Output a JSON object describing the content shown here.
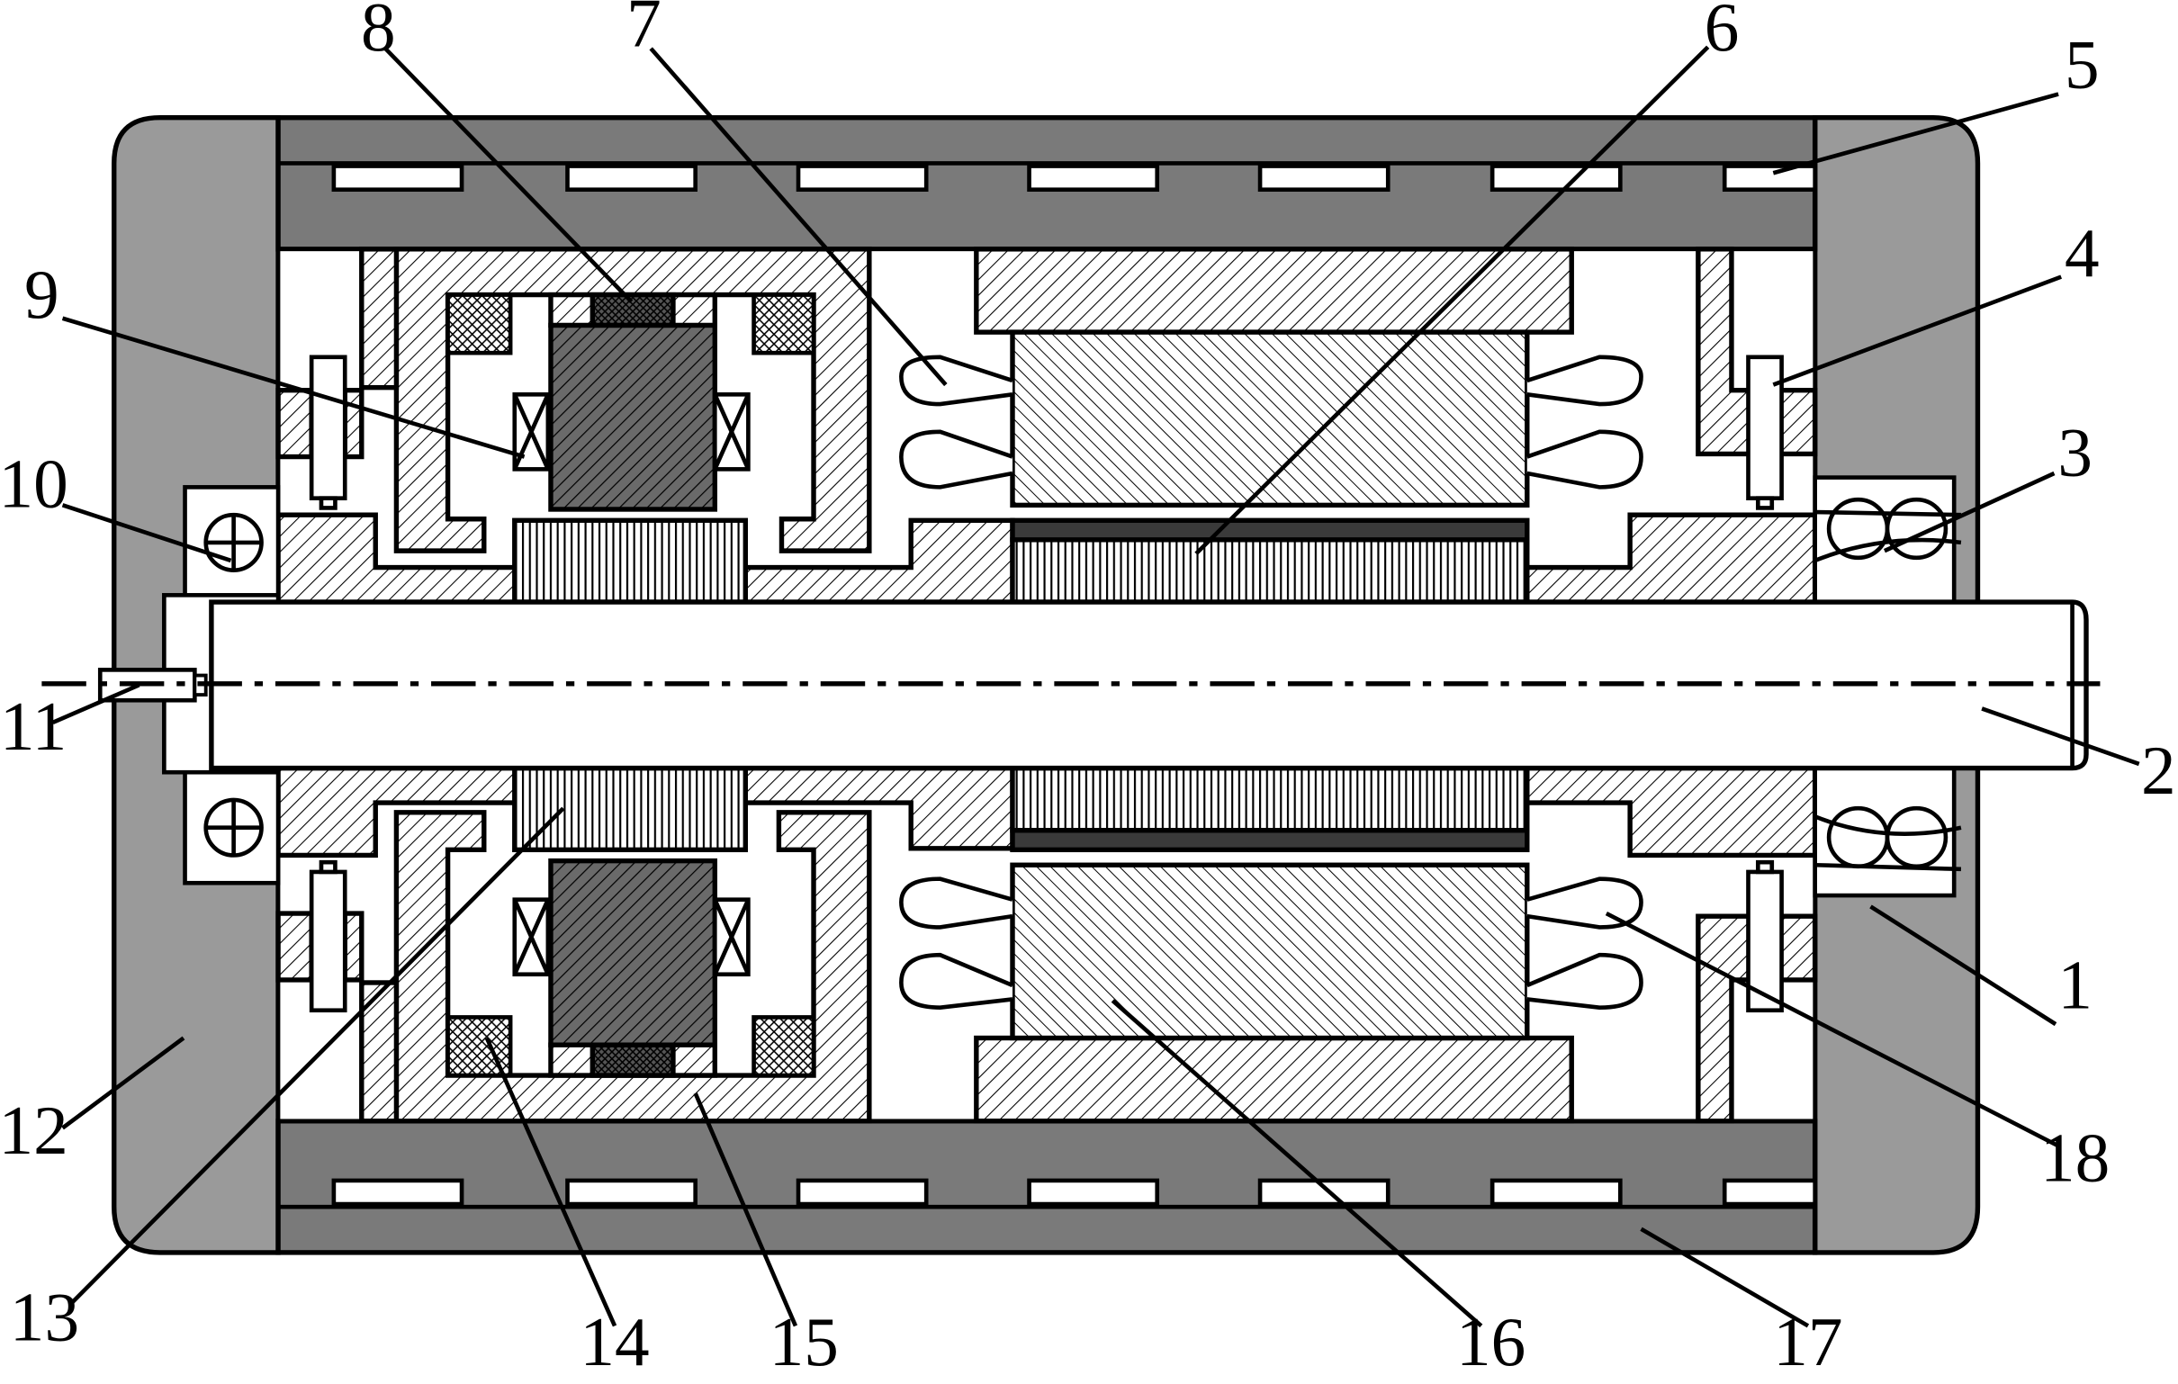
{
  "colors": {
    "housing": "#9a9a9a",
    "stator_back": "#7a7a7a",
    "magnet_dark": "#3a3a3a",
    "background": "#ffffff"
  },
  "labels": [
    {
      "id": "1",
      "text": "1"
    },
    {
      "id": "2",
      "text": "2"
    },
    {
      "id": "3",
      "text": "3"
    },
    {
      "id": "4",
      "text": "4"
    },
    {
      "id": "5",
      "text": "5"
    },
    {
      "id": "6",
      "text": "6"
    },
    {
      "id": "7",
      "text": "7"
    },
    {
      "id": "8",
      "text": "8"
    },
    {
      "id": "9",
      "text": "9"
    },
    {
      "id": "10",
      "text": "10"
    },
    {
      "id": "11",
      "text": "11"
    },
    {
      "id": "12",
      "text": "12"
    },
    {
      "id": "13",
      "text": "13"
    },
    {
      "id": "14",
      "text": "14"
    },
    {
      "id": "15",
      "text": "15"
    },
    {
      "id": "16",
      "text": "16"
    },
    {
      "id": "17",
      "text": "17"
    },
    {
      "id": "18",
      "text": "18"
    }
  ]
}
